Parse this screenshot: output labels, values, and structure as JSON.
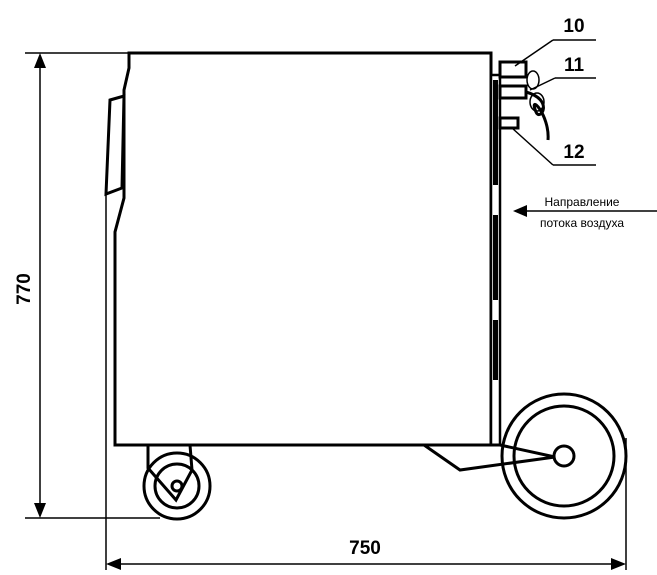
{
  "callouts": [
    "10",
    "11",
    "12"
  ],
  "dimensions": {
    "height": "770",
    "width": "750"
  },
  "airflow": {
    "line1": "Направление",
    "line2": "потока воздуха"
  }
}
